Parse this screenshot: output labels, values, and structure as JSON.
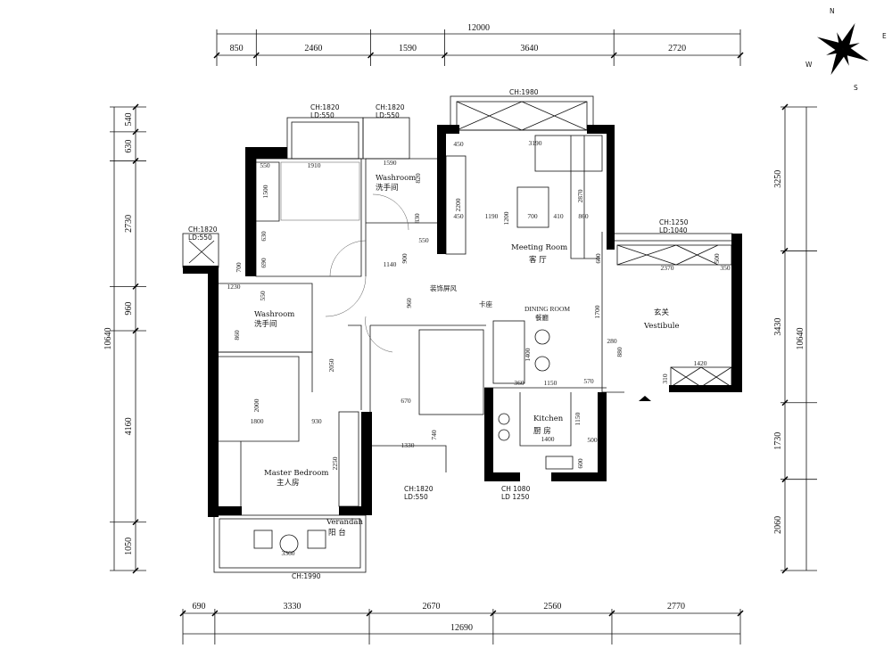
{
  "top_dims": {
    "total": "12000",
    "segments": [
      "850",
      "2460",
      "1590",
      "3640",
      "2720"
    ]
  },
  "bottom_dims": {
    "total": "12690",
    "segments": [
      "690",
      "3330",
      "2670",
      "2560",
      "2770"
    ]
  },
  "left_dims": {
    "total": "10640",
    "segments": [
      "540",
      "630",
      "2730",
      "960",
      "4160",
      "1050"
    ]
  },
  "right_dims": {
    "total": "10640",
    "segments": [
      "3250",
      "3430",
      "1730",
      "2060"
    ]
  },
  "compass": {
    "n": "N",
    "e": "E",
    "s": "S",
    "w": "W",
    "icon": "compass-rose-icon"
  },
  "rooms": {
    "washroom_top_en": "Washroom",
    "washroom_top_cn": "洗手间",
    "washroom_left_en": "Washroom",
    "washroom_left_cn": "洗手间",
    "meeting_en": "Meeting Room",
    "meeting_cn": "客 厅",
    "dining_en": "DINING ROOM",
    "dining_cn": "餐廳",
    "booth_cn": "卡座",
    "screen_cn": "装饰屏风",
    "vestibule_cn": "玄关",
    "vestibule_en": "Vestibule",
    "kitchen_en": "Kitchen",
    "kitchen_cn": "厨 房",
    "master_en": "Master Bedroom",
    "master_cn": "主人房",
    "verandah_en": "Verandah",
    "verandah_cn": "阳 台"
  },
  "windows": {
    "w1_ch": "CH:1820",
    "w1_ld": "LD:550",
    "w2_ch": "CH:1820",
    "w2_ld": "LD:550",
    "w3_ch": "CH:1820",
    "w3_ld": "LD:550",
    "w4_ch": "CH:1980",
    "w5_ch": "CH:1250",
    "w5_ld": "LD:1040",
    "w6_ch": "CH:1820",
    "w6_ld": "LD:550",
    "w7_ch": "CH 1080",
    "w7_ld": "LD 1250",
    "w8_ch": "CH:1990"
  },
  "inner_dims": [
    "1910",
    "1500",
    "550",
    "1590",
    "820",
    "830",
    "630",
    "690",
    "700",
    "1140",
    "900",
    "550",
    "1230",
    "550",
    "860",
    "450",
    "3190",
    "2200",
    "450",
    "1190",
    "1200",
    "700",
    "410",
    "860",
    "2870",
    "600",
    "2370",
    "500",
    "350",
    "1700",
    "280",
    "880",
    "1420",
    "310",
    "360",
    "1400",
    "1150",
    "570",
    "2050",
    "2000",
    "1800",
    "930",
    "2250",
    "670",
    "740",
    "1330",
    "1400",
    "1150",
    "500",
    "600",
    "3360",
    "960"
  ]
}
